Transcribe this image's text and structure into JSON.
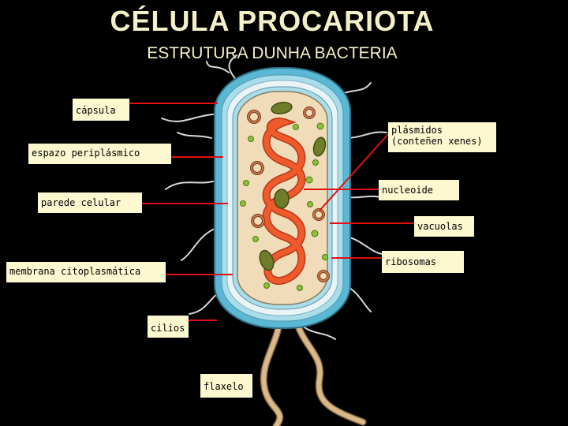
{
  "title": "CÉLULA PROCARIOTA",
  "subtitle": "ESTRUTURA DUNHA BACTERIA",
  "colors": {
    "background": "#000000",
    "title": "#f4f0c8",
    "label_bg": "#fdf8cf",
    "pointer": "#e01010",
    "capsule": "#5ab8d4",
    "periplasm": "#a9ddea",
    "wall": "#eaf4f6",
    "cytoplasm": "#f0dcb8",
    "nucleoid": "#ee5a2a",
    "plasmid": "#a0522d",
    "vacuole": "#6f7d2a",
    "ribosome": "#8fc03a",
    "flagellum": "#d9b98a"
  },
  "labels": {
    "capsula": "cápsula",
    "espazo": "espazo periplásmico",
    "parede": "parede celular",
    "membrana": "membrana citoplasmática",
    "cilios": "cilios",
    "flaxelo": "flaxelo",
    "plasmidos": "plásmidos\n(conteñen xenes)",
    "nucleoide": "nucleoide",
    "vacuolas": "vacuolas",
    "ribosomas": "ribosomas"
  }
}
